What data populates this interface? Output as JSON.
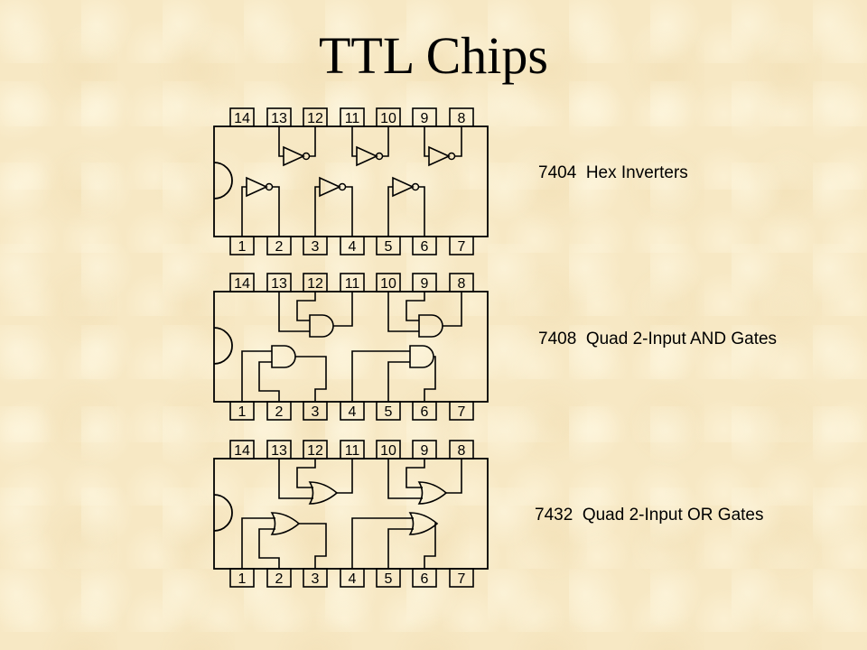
{
  "slide": {
    "title": "TTL Chips"
  },
  "chips": [
    {
      "id": "7404",
      "gate_type": "NOT",
      "label": "7404  Hex Inverters",
      "top_pins": [
        "14",
        "13",
        "12",
        "11",
        "10",
        "9",
        "8"
      ],
      "bottom_pins": [
        "1",
        "2",
        "3",
        "4",
        "5",
        "6",
        "7"
      ]
    },
    {
      "id": "7408",
      "gate_type": "AND",
      "label": "7408  Quad 2-Input AND Gates",
      "top_pins": [
        "14",
        "13",
        "12",
        "11",
        "10",
        "9",
        "8"
      ],
      "bottom_pins": [
        "1",
        "2",
        "3",
        "4",
        "5",
        "6",
        "7"
      ]
    },
    {
      "id": "7432",
      "gate_type": "OR",
      "label": "7432  Quad 2-Input OR Gates",
      "top_pins": [
        "14",
        "13",
        "12",
        "11",
        "10",
        "9",
        "8"
      ],
      "bottom_pins": [
        "1",
        "2",
        "3",
        "4",
        "5",
        "6",
        "7"
      ]
    }
  ],
  "colors": {
    "background": "#f7e8c4",
    "ink": "#000000"
  }
}
